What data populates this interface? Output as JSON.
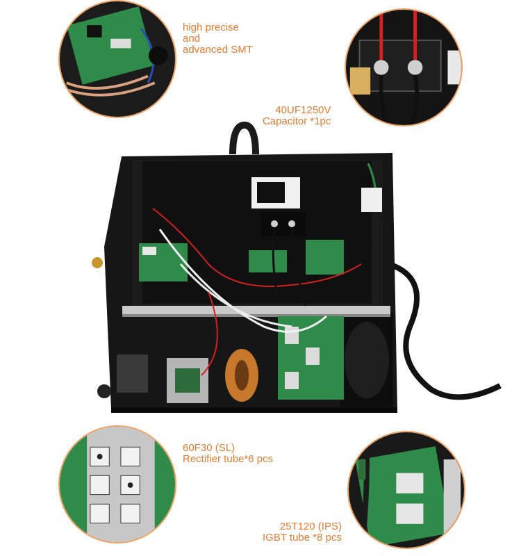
{
  "callouts": {
    "smt": {
      "line1": "high precise",
      "line2": "and",
      "line3": "advanced SMT"
    },
    "capacitor": {
      "line1": "40UF1250V",
      "line2": "Capacitor *1pc"
    },
    "rectifier": {
      "line1": "60F30 (SL)",
      "line2": "Rectifier tube*6 pcs"
    },
    "igbt": {
      "line1": "25T120 (IPS)",
      "line2": "IGBT tube *8 pcs"
    }
  },
  "colors": {
    "accent": "#e87a2c",
    "circle_border": "#f0a060",
    "chassis": "#1c1c1c",
    "pcb_green": "#2e8b4a",
    "wire_red": "#d42020",
    "wire_white": "#f2f2f2",
    "copper": "#c8782a"
  },
  "icons": {
    "top_left": "smt-board-closeup",
    "top_right": "capacitor-closeup",
    "bottom_left": "rectifier-closeup",
    "bottom_right": "igbt-closeup",
    "center": "welder-interior-photo"
  }
}
